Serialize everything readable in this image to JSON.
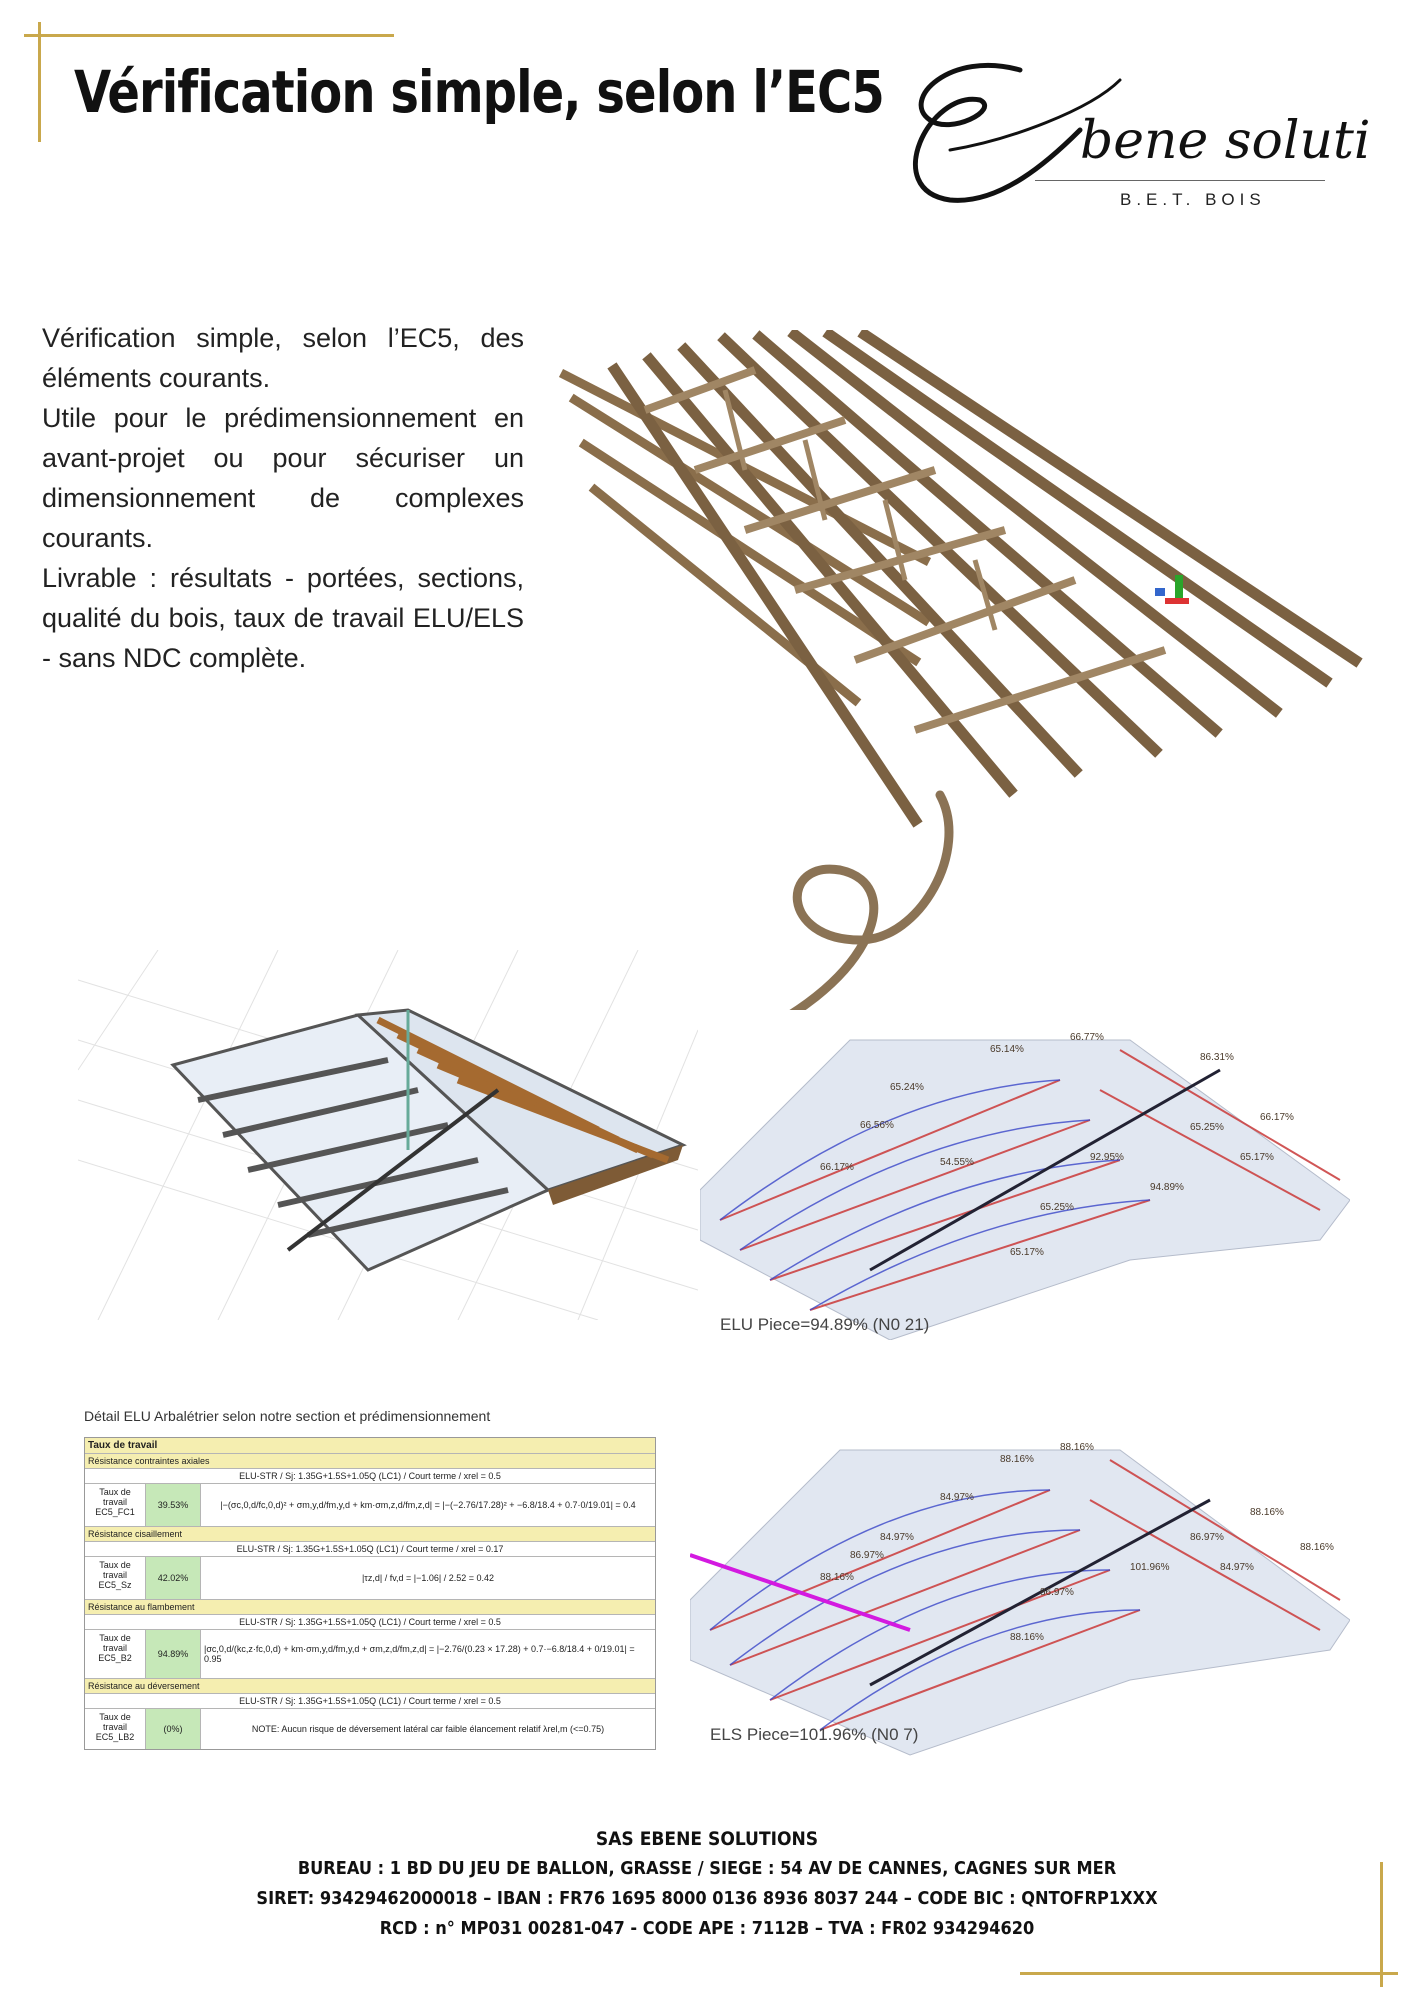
{
  "header": {
    "title": "Vérification simple, selon l’EC5",
    "logo_script": "Ebene solutions",
    "logo_subtitle": "B.E.T. BOIS"
  },
  "intro": {
    "p1": "Vérification simple, selon l’EC5, des éléments courants.",
    "p2": "Utile pour le prédimensionnement en avant-projet ou pour sécuriser un dimensionnement de complexes courants.",
    "p3": "Livrable : résultats - portées, sections, qualité du bois, taux de travail ELU/ELS - sans NDC complète."
  },
  "figures": {
    "elu_labels": [
      "66.77%",
      "65.14%",
      "65.24%",
      "66.56%",
      "66.17%",
      "54.55%",
      "94.89%",
      "65.25%",
      "65.17%",
      "92.95%",
      "86.31%",
      "65.25%",
      "66.17%",
      "65.17%"
    ],
    "elu_caption": "ELU Piece=94.89% (N0 21)",
    "els_labels": [
      "88.16%",
      "88.16%",
      "84.97%",
      "84.97%",
      "86.97%",
      "88.16%",
      "101.96%",
      "86.97%",
      "88.16%",
      "88.16%",
      "88.16%",
      "86.97%",
      "84.97%"
    ],
    "els_caption": "ELS Piece=101.96% (N0 7)"
  },
  "table": {
    "title": "Détail ELU Arbalétrier selon notre section et prédimensionnement",
    "header": "Taux de travail",
    "sections": [
      {
        "name": "Résistance contraintes axiales",
        "combo": "ELU-STR / Sj: 1.35G+1.5S+1.05Q (LC1) / Court terme / xrel = 0.5",
        "label": "Taux de travail EC5_FC1",
        "value": "39.53%",
        "formula": "|−(σc,0,d/fc,0,d)² + σm,y,d/fm,y,d + km·σm,z,d/fm,z,d| = |−(−2.76/17.28)² + −6.8/18.4 + 0.7·0/19.01| = 0.4"
      },
      {
        "name": "Résistance cisaillement",
        "combo": "ELU-STR / Sj: 1.35G+1.5S+1.05Q (LC1) / Court terme / xrel = 0.17",
        "label": "Taux de travail EC5_Sz",
        "value": "42.02%",
        "formula": "|τz,d| / fv,d = |−1.06| / 2.52 = 0.42"
      },
      {
        "name": "Résistance au flambement",
        "combo": "ELU-STR / Sj: 1.35G+1.5S+1.05Q (LC1) / Court terme / xrel = 0.5",
        "label": "Taux de travail EC5_B2",
        "value": "94.89%",
        "formula": "|σc,0,d/(kc,z·fc,0,d) + km·σm,y,d/fm,y,d + σm,z,d/fm,z,d| = |−2.76/(0.23 × 17.28) + 0.7·−6.8/18.4 + 0/19.01| = 0.95"
      },
      {
        "name": "Résistance au déversement",
        "combo": "ELU-STR / Sj: 1.35G+1.5S+1.05Q (LC1) / Court terme / xrel = 0.5",
        "label": "Taux de travail EC5_LB2",
        "value": "(0%)",
        "formula": "NOTE: Aucun risque de déversement latéral car faible élancement relatif λrel,m (<=0.75)"
      }
    ]
  },
  "footer": {
    "line1": "SAS EBENE SOLUTIONS",
    "line2": "BUREAU : 1 BD DU JEU DE BALLON, GRASSE / SIEGE : 54 AV DE CANNES, CAGNES SUR MER",
    "line3": "SIRET: 93429462000018 – IBAN :   FR76 1695 8000 0136 8936 8037 244 – CODE BIC :   QNTOFRP1XXX",
    "line4": "RCD : n° MP031 00281-047 - CODE APE : 7112B – TVA : FR02 934294620"
  },
  "colors": {
    "gold": "#c9a84c",
    "wood": "#8a6e4b",
    "arrow": "#8b7355",
    "pass_green": "#c6e8b8",
    "table_header": "#f5eeb0"
  }
}
